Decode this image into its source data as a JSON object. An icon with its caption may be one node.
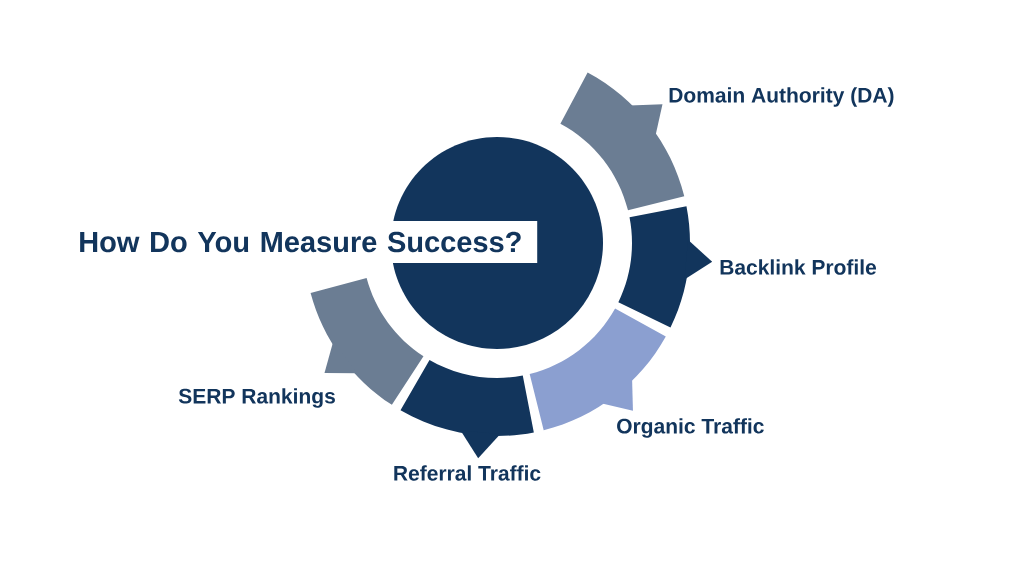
{
  "diagram": {
    "title": "How Do You Measure Success?",
    "nodes": [
      {
        "text": [
          "Domain Authority (DA)"
        ]
      },
      {
        "text": [
          "Backlink Profile"
        ]
      },
      {
        "text": [
          "Organic Traffic"
        ]
      },
      {
        "text": [
          "Referral Traffic"
        ]
      },
      {
        "text": [
          "SERP Rankings"
        ]
      },
      {
        "text": [],
        "shape": "circle"
      }
    ]
  }
}
